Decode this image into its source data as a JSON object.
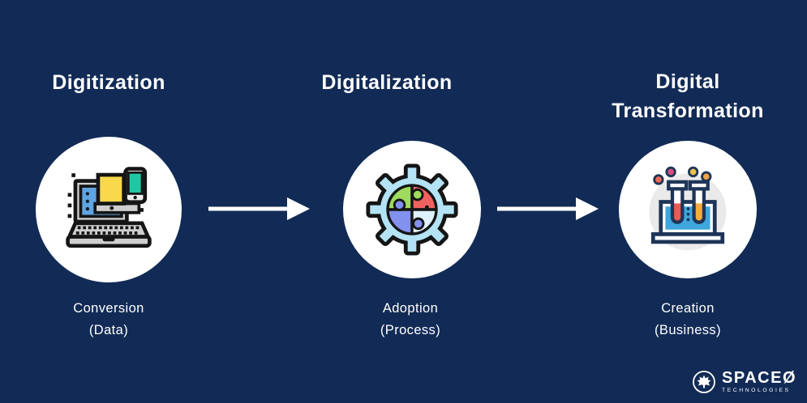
{
  "theme": {
    "background": "#122B56",
    "text_color": "#FFFFFF",
    "circle_fill": "#FFFFFF",
    "arrow_color": "#FFFFFF"
  },
  "columns": [
    {
      "title": "Digitization",
      "icon": "laptop-devices-icon",
      "caption_line1": "Conversion",
      "caption_line2": "(Data)"
    },
    {
      "title": "Digitalization",
      "icon": "gear-puzzle-icon",
      "caption_line1": "Adoption",
      "caption_line2": "(Process)"
    },
    {
      "title": "Digital Transformation",
      "icon": "test-tubes-icon",
      "caption_line1": "Creation",
      "caption_line2": "(Business)"
    }
  ],
  "logo": {
    "brand": "SPACEØ",
    "tagline": "TECHNOLOGIES",
    "icon": "maple-leaf-icon"
  },
  "icon_colors": {
    "outline_dark": "#151515",
    "outline_navy": "#1E3557",
    "laptop_gray": "#CFCFCF",
    "screen_blue": "#5FA5E2",
    "window_yellow": "#F9D94B",
    "phone_teal": "#1DC9A4",
    "gear_blue": "#B3E3F5",
    "puzzle_green": "#9EDB5E",
    "puzzle_red": "#EE6360",
    "puzzle_purple": "#8290EE",
    "puzzle_pale": "#DFF2FB",
    "tube_red": "#EE5A4F",
    "tube_orange": "#F4AB3F",
    "tank_blue": "#3EA7DD",
    "dot_pink": "#D34F80",
    "dot_yellow": "#EFC04A",
    "dot_orange": "#EDA24B",
    "bg_gray": "#EAEAEA"
  }
}
